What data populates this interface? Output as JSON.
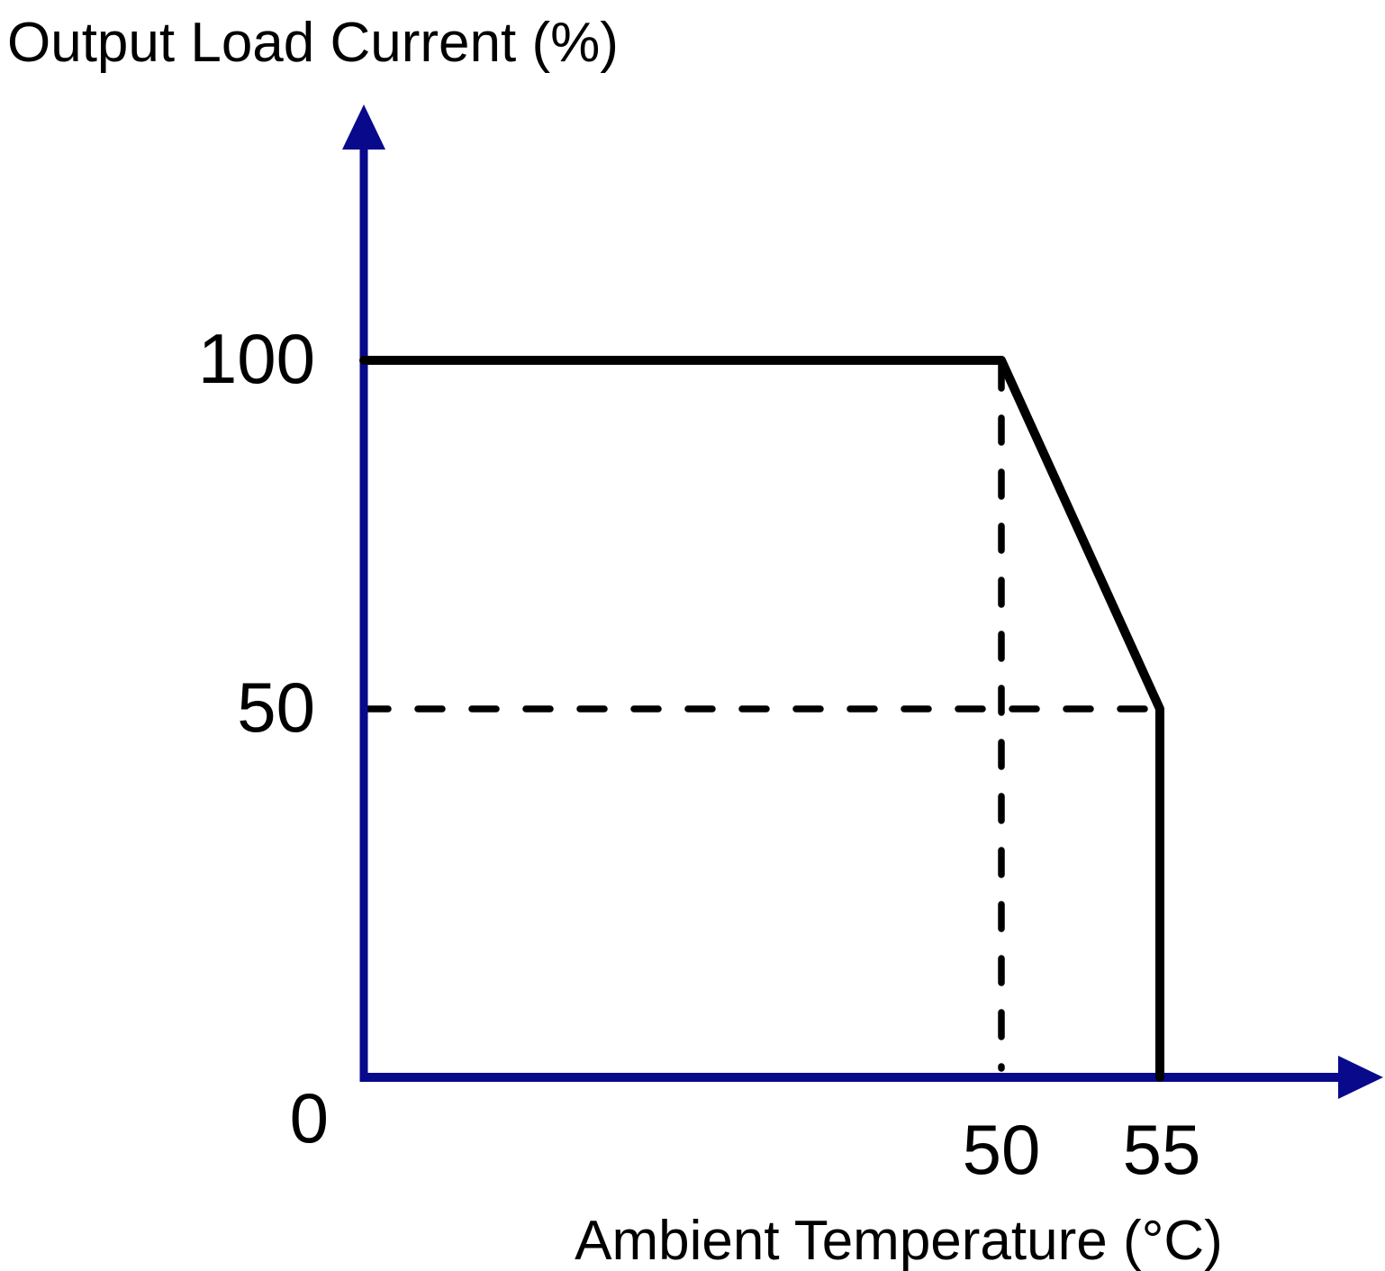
{
  "chart_data": {
    "type": "line",
    "y_axis": {
      "label": "Output Load Current (%)",
      "range": [
        0,
        100
      ],
      "ticks": [
        {
          "value": 0,
          "label": "0"
        },
        {
          "value": 50,
          "label": "50"
        },
        {
          "value": 100,
          "label": "100"
        }
      ]
    },
    "x_axis": {
      "label": "Ambient Temperature (°C)",
      "ticks": [
        {
          "value": 50,
          "label": "50"
        },
        {
          "value": 55,
          "label": "55"
        }
      ]
    },
    "series": [
      {
        "name": "load-derating-curve",
        "color": "#000000",
        "points": [
          [
            0,
            100
          ],
          [
            50,
            100
          ],
          [
            55,
            50
          ],
          [
            55,
            0
          ]
        ]
      }
    ],
    "guides": [
      {
        "type": "vertical",
        "x": 50,
        "from_load": 100,
        "to_load": 0
      },
      {
        "type": "horizontal",
        "y": 50,
        "from_temp": 0,
        "to_temp": 55
      }
    ],
    "layout": {
      "grid": false,
      "legend": false
    },
    "colors": {
      "axis": "#09098b",
      "curve": "#000000",
      "guide": "#000000",
      "text": "#000000",
      "background": "#ffffff"
    }
  }
}
